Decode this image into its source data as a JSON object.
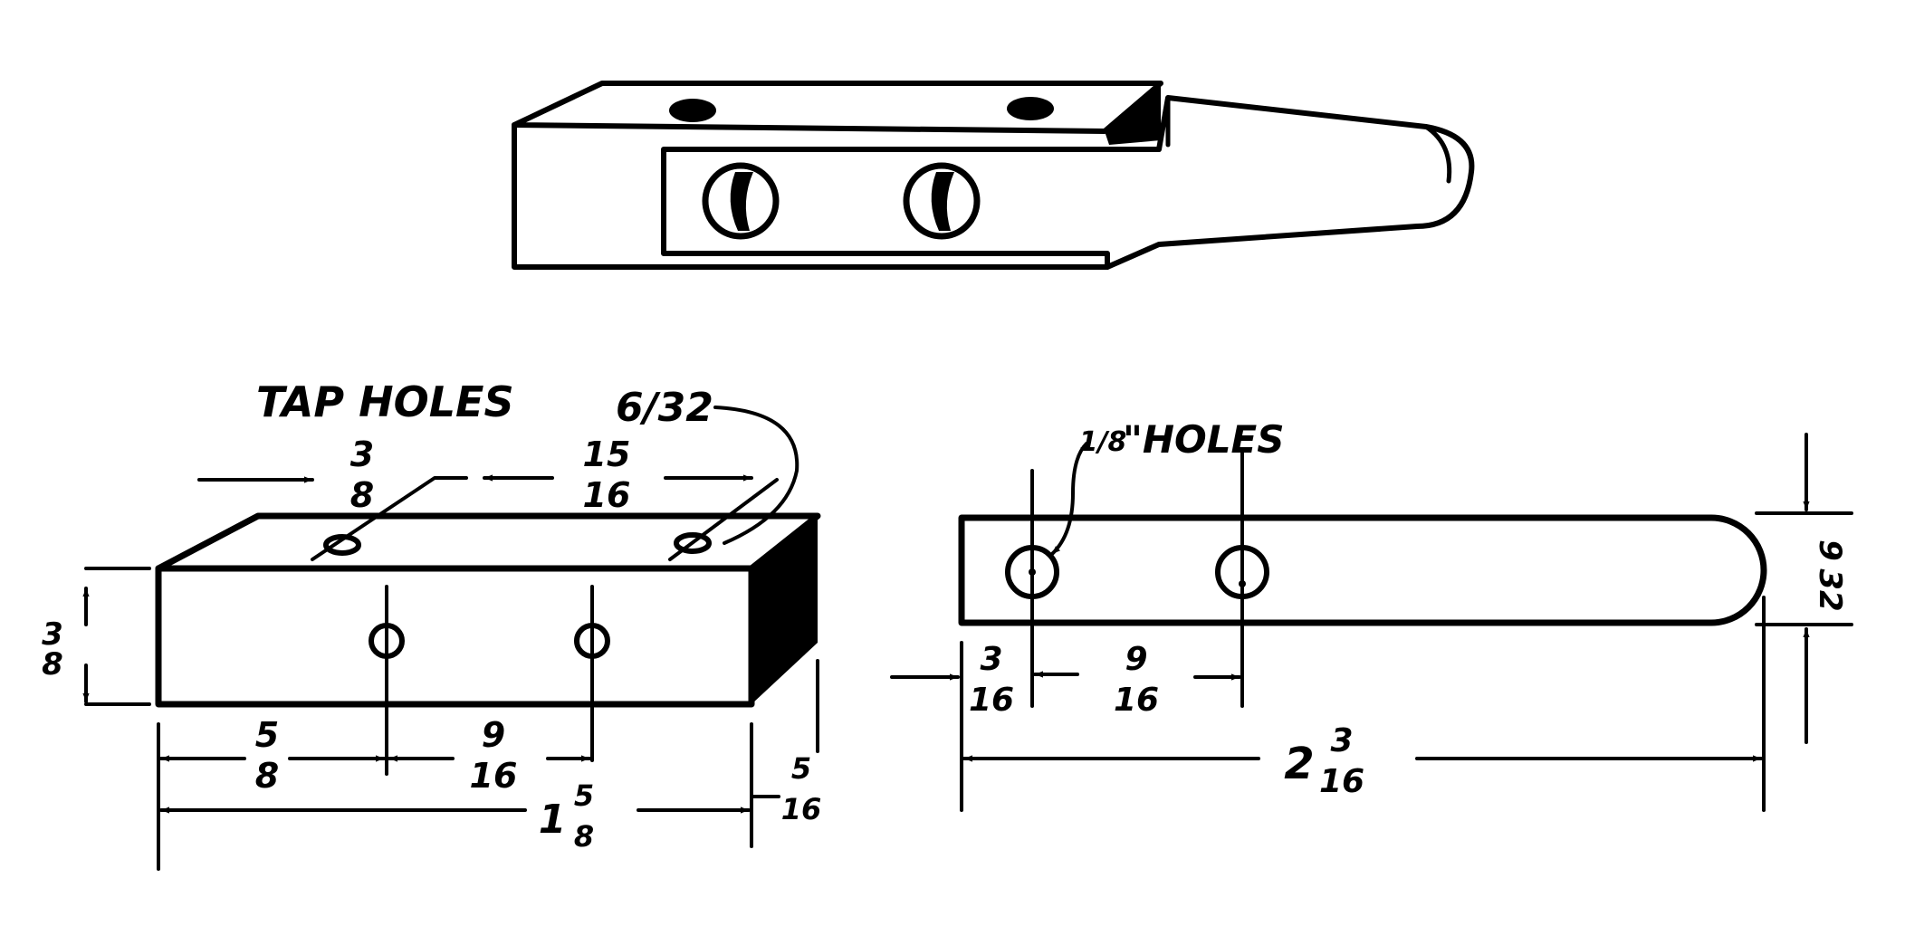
{
  "colors": {
    "ink": "#000000",
    "paper": "#ffffff"
  },
  "labels": {
    "tap_holes": "TAP HOLES",
    "tap_size": "6/32",
    "eighth_holes": "\"HOLES",
    "eighth_frac": "1/8",
    "inch": "\""
  },
  "block_dims": {
    "top_a": {
      "num": "3",
      "den": "8"
    },
    "top_b": {
      "num": "15",
      "den": "16"
    },
    "height": {
      "num": "3",
      "den": "8"
    },
    "bottom_a": {
      "num": "5",
      "den": "8"
    },
    "bottom_b": {
      "num": "9",
      "den": "16"
    },
    "length_whole": "1",
    "length": {
      "num": "5",
      "den": "8"
    },
    "depth": {
      "num": "5",
      "den": "16"
    }
  },
  "strap_dims": {
    "left_offset": {
      "num": "3",
      "den": "16"
    },
    "hole_spacing": {
      "num": "9",
      "den": "16"
    },
    "length_whole": "2",
    "length": {
      "num": "3",
      "den": "16"
    },
    "width": {
      "num": "9",
      "den": "32"
    }
  }
}
